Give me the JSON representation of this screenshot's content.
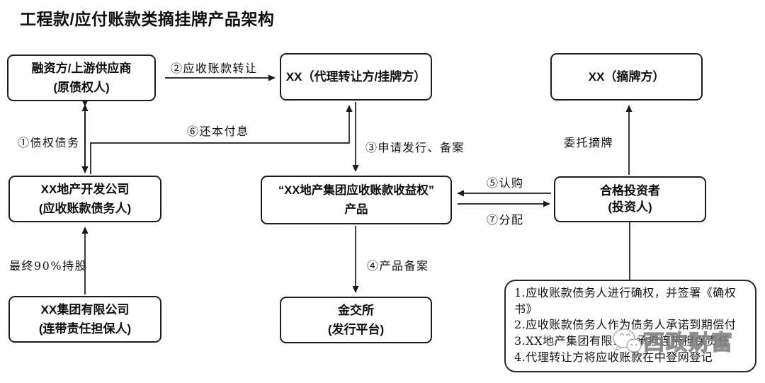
{
  "title": "工程款/应付账款类摘挂牌产品架构",
  "boxes": {
    "financier": {
      "line1": "融资方/上游供应商",
      "line2": "(原债权人)"
    },
    "agent": {
      "line1": "XX（代理转让方/挂牌方）"
    },
    "delister": {
      "line1": "XX（摘牌方）"
    },
    "developer": {
      "line1": "XX地产开发公司",
      "line2": "(应收账款债务人)"
    },
    "product": {
      "line1": "“XX地产集团应收账款收益权”",
      "line2": "产品"
    },
    "investor": {
      "line1": "合格投资者",
      "line2": "(投资人)"
    },
    "group": {
      "line1": "XX集团有限公司",
      "line2": "(连带责任担保人)"
    },
    "exchange": {
      "line1": "金交所",
      "line2": "(发行平台)"
    }
  },
  "labels": {
    "claim_debt": "①债权债务",
    "receivable_transfer": "②应收账款转让",
    "apply_issue": "③申请发行、备案",
    "product_filing": "④产品备案",
    "subscription": "⑤认购",
    "repay_principal_interest": "⑥还本付息",
    "distribution": "⑦分配",
    "entrust_delist": "委托摘牌",
    "final_holding": "最终90%持股"
  },
  "notes": {
    "items": [
      "1.应收账款债务人进行确权，并签署《确权书》",
      "2.应收账款债务人作为债务人承诺到期偿付",
      "3.XX地产集团有限公司承担连带担保责任",
      "4.代理转让方将应收账款在中登网登记"
    ]
  },
  "watermark": {
    "text": "西政财富",
    "icon": "chat-bubbles-icon"
  },
  "colors": {
    "line": "#1a1a1a",
    "text": "#111111",
    "background": "#ffffff"
  }
}
